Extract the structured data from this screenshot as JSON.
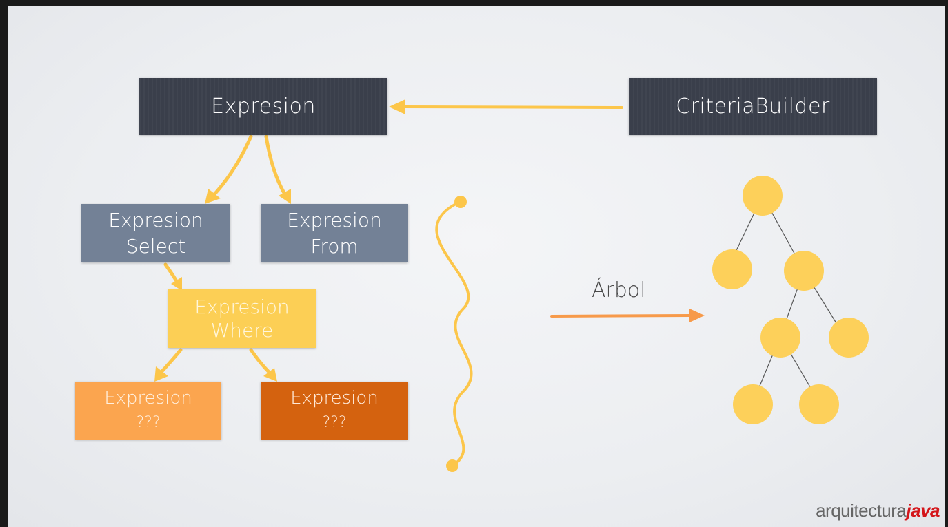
{
  "boxes": {
    "expresion": {
      "line1": "Expresion"
    },
    "criteria_builder": {
      "line1": "CriteriaBuilder"
    },
    "select": {
      "line1": "Expresion",
      "line2": "Select"
    },
    "from": {
      "line1": "Expresion",
      "line2": "From"
    },
    "where": {
      "line1": "Expresion",
      "line2": "Where"
    },
    "unknown_1": {
      "line1": "Expresion",
      "line2": "???"
    },
    "unknown_2": {
      "line1": "Expresion",
      "line2": "???"
    }
  },
  "arbol_label": "Árbol",
  "logo": {
    "part1": "arquitectura",
    "part2": "java"
  },
  "colors": {
    "dark_box": "#3a3f4b",
    "slate_box": "#738196",
    "yellow_box": "#fccf55",
    "orange_box": "#fba54f",
    "dark_orange_box": "#d4620f",
    "arrow_yellow": "#fcc64a",
    "arrow_orange": "#f79a4a",
    "tree_node": "#fdd05a"
  }
}
